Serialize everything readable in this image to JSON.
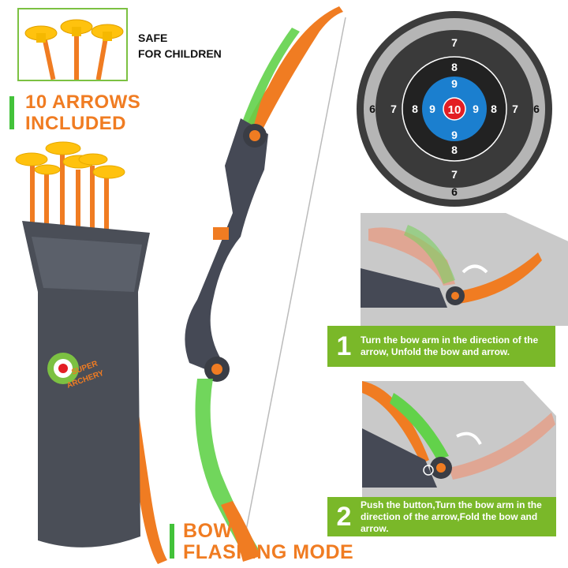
{
  "safe_label": {
    "line1": "SAFE",
    "line2": "FOR CHILDREN"
  },
  "arrows_label": {
    "line1": "10 ARROWS",
    "line2": "INCLUDED"
  },
  "quiver_logo": {
    "line1": "SUPER",
    "line2": "ARCHERY"
  },
  "target": {
    "center": "10",
    "ring9": [
      "9",
      "9",
      "9",
      "9"
    ],
    "ring8": [
      "8",
      "8",
      "8",
      "8"
    ],
    "ring7": [
      "7",
      "7",
      "7",
      "7"
    ],
    "ring6": [
      "6",
      "6",
      "6"
    ]
  },
  "steps": [
    {
      "number": "1",
      "text": "Turn the bow arm in the direction of the arrow, Unfold the bow and arrow."
    },
    {
      "number": "2",
      "text": "Push the button,Turn the bow arm in the direction of the arrow,Fold the bow and arrow."
    }
  ],
  "flash_label": {
    "line1": "BOW",
    "line2": "FLASHING MODE"
  },
  "colors": {
    "orange": "#f07c22",
    "green": "#7ab829",
    "quiver": "#4a4e57",
    "target_blue": "#1b7fcf",
    "target_red": "#e31e24"
  }
}
